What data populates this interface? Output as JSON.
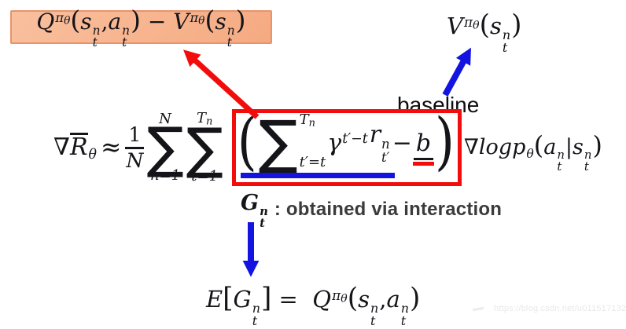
{
  "colors": {
    "red": "#f20d0d",
    "blue": "#1414e0",
    "box_fill": "#f5aa81",
    "box_fill_light": "#f9c09e",
    "box_border": "#e8936b",
    "ink": "#141419",
    "caption": "#3b3b3d",
    "watermark": "#e9e9e7"
  },
  "tokens": {
    "nabla": "∇",
    "R": "R",
    "theta": "θ",
    "approx": "≈",
    "one": "1",
    "N": "N",
    "sum": "∑",
    "n": "n",
    "n_eq_1": "n=1",
    "T": "T",
    "t_eq_1": "t=1",
    "lparen": "(",
    "rparen": ")",
    "t_prime_eq_t": "t′=t",
    "gamma": "γ",
    "t_prime_minus_t": "t′−t",
    "r": "r",
    "t_prime": "t′",
    "minus": "−",
    "b": "b",
    "log": "log",
    "p": "p",
    "a": "a",
    "t": "t",
    "s": "s",
    "vbar": "|",
    "comma": ",",
    "Q": "Q",
    "V": "V",
    "pi": "π",
    "E": "E",
    "lbracket": "[",
    "rbracket": "]",
    "G": "G",
    "eq": "="
  },
  "labels": {
    "baseline": "baseline",
    "caption_text": ": obtained via interaction"
  },
  "formulas_plain": {
    "advantage": "Q^{πθ}(sₜⁿ, aₜⁿ) − V^{πθ}(sₜⁿ)",
    "value_baseline": "V^{πθ}(sₜⁿ)",
    "policy_gradient": "∇R̄θ ≈ (1/N) Σ_{n=1}^{N} Σ_{t=1}^{Tn} ( Σ_{t′=t}^{Tn} γ^{t′−t} rₜ′ⁿ − b ) ∇log pθ(aₜⁿ|sₜⁿ)",
    "G_term": "Gₜⁿ",
    "expectation": "E[Gₜⁿ] = Q^{πθ}(sₜⁿ, aₜⁿ)"
  },
  "watermark": {
    "url": "https://blog.csdn.net/u011517132"
  }
}
